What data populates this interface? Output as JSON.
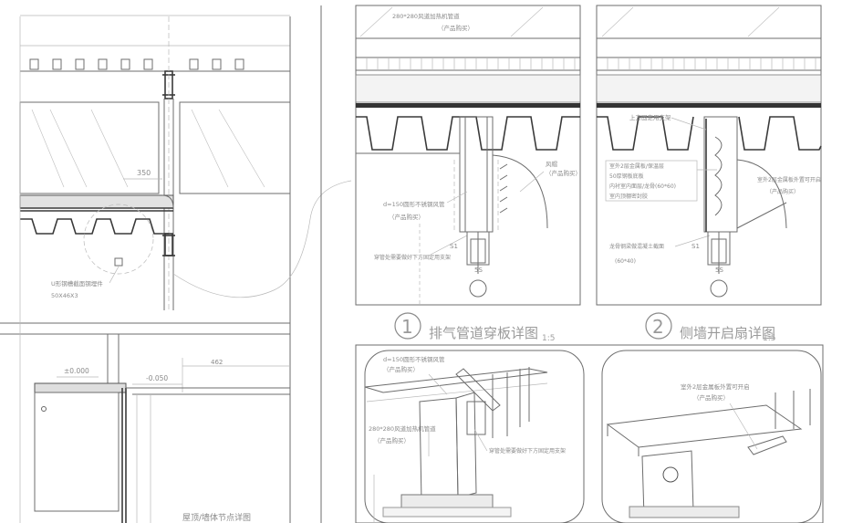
{
  "left_detail": {
    "dim_350": "350",
    "steel_label_1": "U形钢槽截面钢埋件",
    "steel_label_2": "50X46X3",
    "level_0": "±0.000",
    "level_neg": "-0.050",
    "dim_462": "462"
  },
  "detail1": {
    "duct_label_1": "280*280风道加热机管道",
    "duct_label_2": "（产品购买）",
    "louver_label_1": "风帽",
    "louver_label_2": "（产品购买）",
    "pipe_label_1": "d=150圆形不锈钢风管",
    "pipe_label_2": "（产品购买）",
    "bracket_label": "穿管处需要做好下方固定用支架",
    "dim_s1": "S1",
    "dim_s2": "5S",
    "number": "1",
    "title": "排气管道穿板详图",
    "scale": "1:5"
  },
  "detail2": {
    "top_label": "上方固定用支架",
    "layer_1": "室外2层金属板/保温层",
    "layer_2": "50厚钢板底板",
    "layer_3": "内衬室内面层/龙骨(60*60)",
    "layer_4": "室内顶棚密封胶",
    "right_label_1": "室外2层金属板外置可开启",
    "right_label_2": "（产品购买）",
    "bottom_label_1": "龙骨钢梁做混凝土截面",
    "bottom_label_2": "(60*40)",
    "dim_s1": "S1",
    "dim_s2": "5S",
    "number": "2",
    "title": "侧墙开启扇详图",
    "scale": "1:5"
  },
  "iso1": {
    "pipe_label_1": "d=150圆形不锈钢风管",
    "pipe_label_2": "（产品购买）",
    "duct_label_1": "280*280风道加热机管道",
    "duct_label_2": "（产品购买）",
    "bracket_label": "穿管处需要做好下方固定用支架"
  },
  "iso2": {
    "label_1": "室外2层金属板外置可开启",
    "label_2": "（产品购买）"
  },
  "footer_label": "屋顶/墙体节点详图"
}
